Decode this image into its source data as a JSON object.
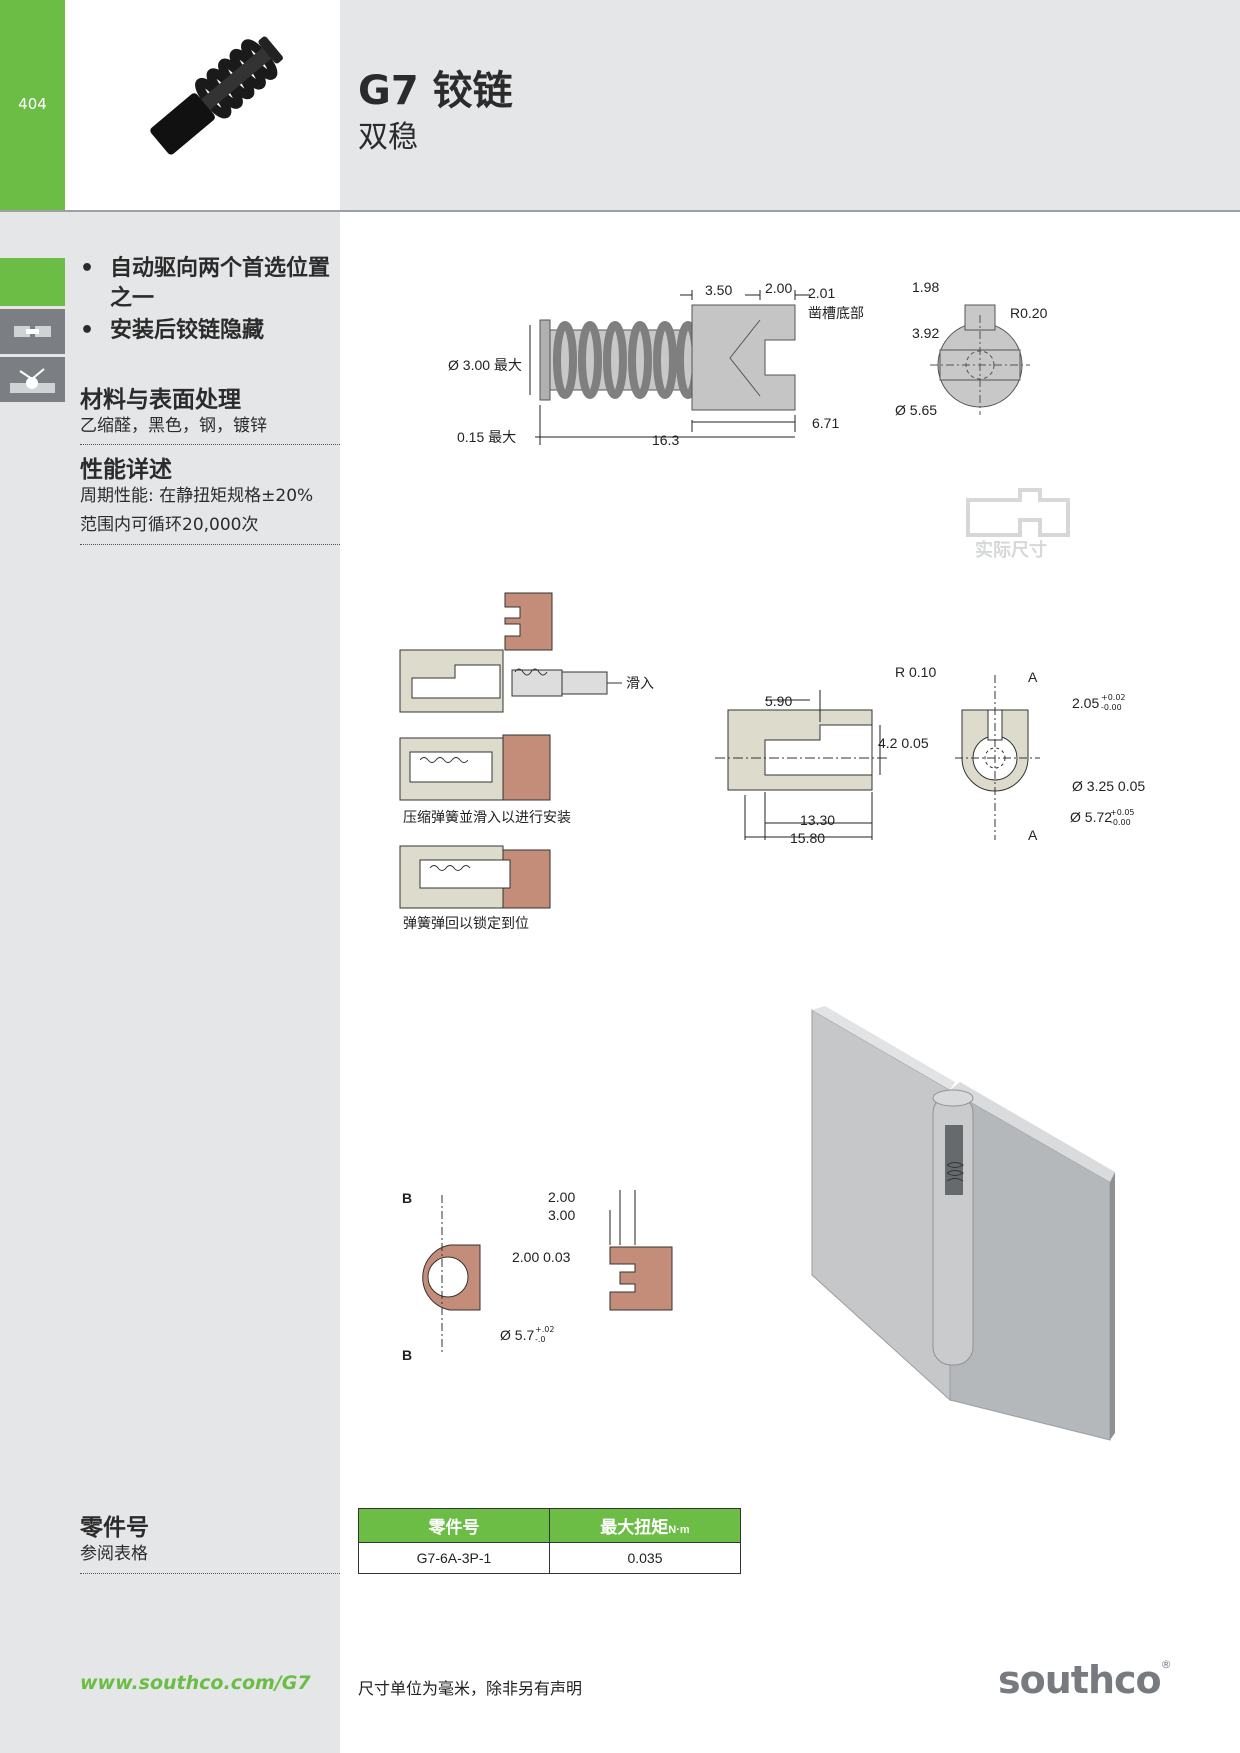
{
  "page_number": "404",
  "title": "G7 铰链",
  "subtitle": "双稳",
  "features": [
    "自动驱向两个首选位置之一",
    "安装后铰链隐藏"
  ],
  "materials": {
    "heading": "材料与表面处理",
    "text": "乙缩醛，黑色，钢，镀锌"
  },
  "performance": {
    "heading": "性能详述",
    "line1": "周期性能: 在静扭矩规格±20%",
    "line2": "范围内可循环20,000次"
  },
  "part_number_section": {
    "heading": "零件号",
    "text": "参阅表格"
  },
  "actual_size_label": "实际尺寸",
  "drawing1": {
    "dims": [
      "3.50",
      "2.00",
      "2.01",
      "凿槽底部",
      "Ø 3.00 最大",
      "0.15 最大",
      "16.3",
      "6.71",
      "1.98",
      "R0.20",
      "3.92",
      "Ø 5.65"
    ]
  },
  "install": {
    "slide_in": "滑入",
    "compress_caption": "压缩弹簧並滑入以进行安装",
    "lock_caption": "弹簧弹回以锁定到位"
  },
  "drawing2": {
    "dims": [
      "R 0.10",
      "A",
      "5.90",
      "2.05",
      "+0.02",
      "-0.00",
      "4.2  0.05",
      "13.30",
      "15.80",
      "Ø 3.25  0.05",
      "Ø 5.72",
      "+0.05",
      "-0.00",
      "A"
    ]
  },
  "drawing3": {
    "dims": [
      "B",
      "B",
      "Ø 5.7",
      "+.02",
      "-.0",
      "2.00",
      "3.00",
      "2.00  0.03"
    ]
  },
  "table": {
    "headers": [
      "零件号",
      "最大扭矩"
    ],
    "unit": "N·m",
    "rows": [
      [
        "G7-6A-3P-1",
        "0.035"
      ]
    ]
  },
  "website": "www.southco.com/G7",
  "footnote": "尺寸单位为毫米，除非另有声明",
  "logo": "southco",
  "colors": {
    "accent_green": "#6cbd45",
    "panel_gray": "#e4e6e8",
    "part_brown": "#c48d7a",
    "part_beige": "#dddccc"
  }
}
